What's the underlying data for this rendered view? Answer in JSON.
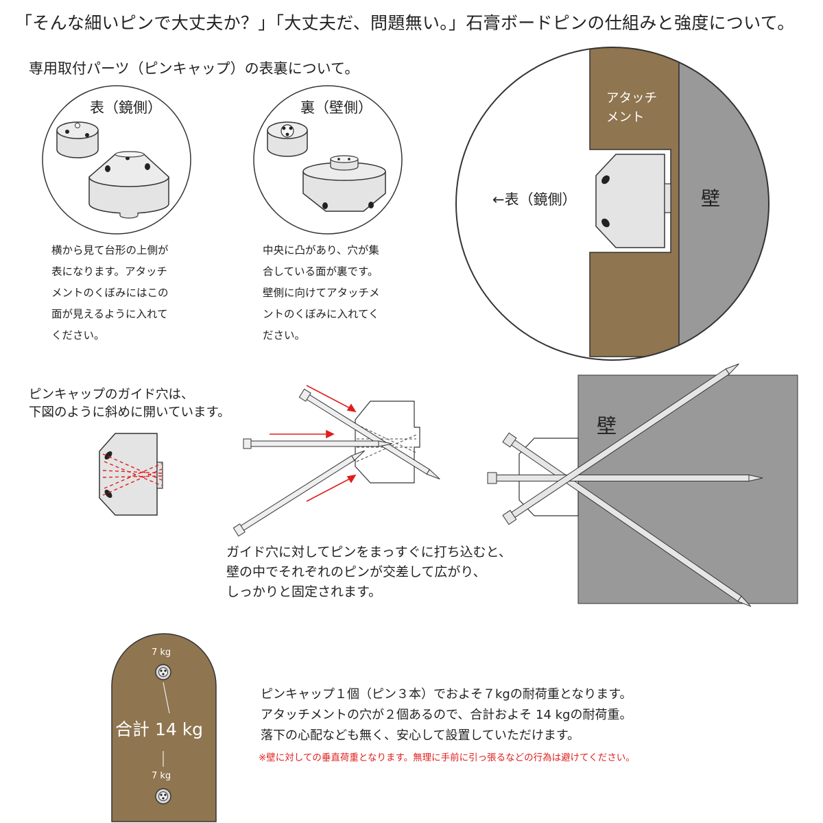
{
  "title": "「そんな細いピンで大丈夫か？」「大丈夫だ、問題無い。」石膏ボードピンの仕組みと強度について。",
  "cap_section": {
    "heading": "専用取付パーツ（ピンキャップ）の表裏について。",
    "front": {
      "label": "表（鏡側）",
      "description": "横から見て台形の上側が\n表になります。アタッチ\nメントのくぼみにはこの\n面が見えるように入れて\nください。"
    },
    "back": {
      "label": "裏（壁側）",
      "description": "中央に凸があり、穴が集\n合している面が裏です。\n壁側に向けてアタッチメ\nントのくぼみに入れてく\nださい。"
    },
    "detail": {
      "attachment_label": "アタッチ\nメント",
      "front_arrow_label": "←表（鏡側）",
      "wall_label": "壁"
    }
  },
  "guide_section": {
    "caption": "ピンキャップのガイド穴は、\n下図のように斜めに開いています。",
    "explanation": "ガイド穴に対してピンをまっすぐに打ち込むと、\n壁の中でそれぞれのピンが交差して広がり、\nしっかりと固定されます。",
    "wall_label": "壁"
  },
  "load_section": {
    "top_value": "7 kg",
    "bottom_value": "7 kg",
    "total": "合計 14 kg",
    "text": "ピンキャップ１個（ピン３本）でおよそ７kgの耐荷重となります。\nアタッチメントの穴が２個あるので、合計およそ 14 kgの耐荷重。\n落下の心配なども無く、安心して設置していただけます。",
    "note": "※壁に対しての垂直荷重となります。無理に手前に引っ張るなどの行為は避けてください。"
  },
  "colors": {
    "wood": "#8f7550",
    "wall": "#999999",
    "arrow": "#e01e1e",
    "part": "#e4e4e4",
    "outline": "#333333"
  }
}
